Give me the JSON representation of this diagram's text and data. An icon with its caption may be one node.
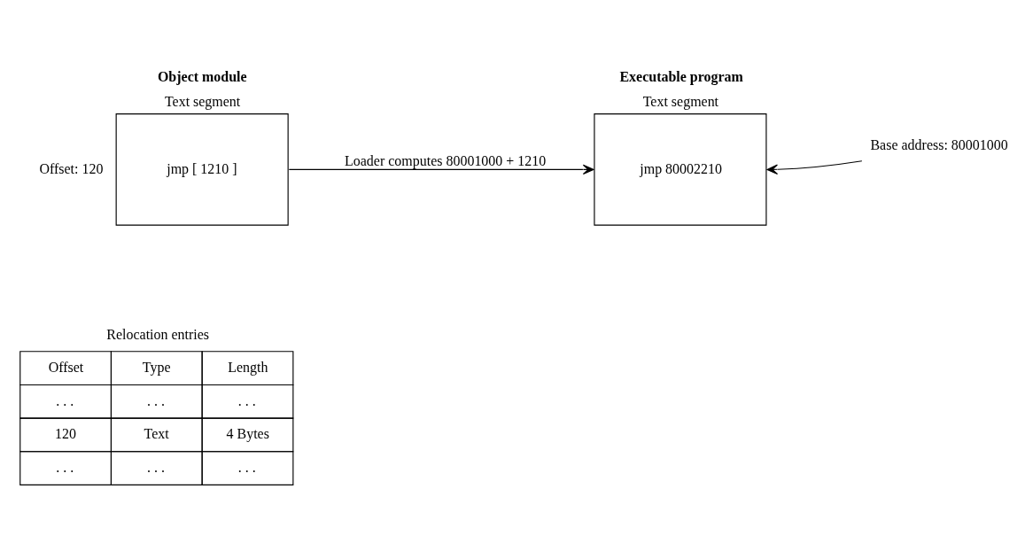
{
  "diagram": {
    "nodes": [
      {
        "text": [
          "Object module",
          "Text segment",
          "jmp [ 1210 ]"
        ],
        "beside": [
          "Offset: 120"
        ]
      },
      {
        "text": [
          "Executable program",
          "Text segment",
          "jmp 80002210"
        ]
      },
      {
        "text": [
          "Base address: 80001000"
        ]
      }
    ],
    "edges": [
      {
        "from": 0,
        "to": 1,
        "arrow": "to",
        "label": "Loader computes 80001000 + 1210"
      },
      {
        "from": 2,
        "to": 1,
        "arrow": "to"
      }
    ],
    "labels": [
      "Relocation entries",
      "Offset",
      "Type",
      "Length",
      ". . .",
      ". . .",
      ". . .",
      "120",
      "Text",
      "4 Bytes",
      ". . .",
      ". . .",
      ". . ."
    ]
  }
}
